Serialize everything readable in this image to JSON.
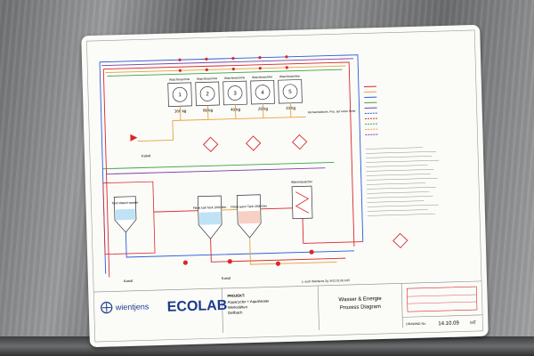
{
  "machines": [
    {
      "name": "Waschmaschine",
      "number": "1",
      "capacity": "160 kg"
    },
    {
      "name": "Waschmaschine",
      "number": "2",
      "capacity": "80 kg"
    },
    {
      "name": "Waschmaschine",
      "number": "3",
      "capacity": "40 kg"
    },
    {
      "name": "Waschmaschine",
      "number": "4",
      "capacity": "20 kg"
    },
    {
      "name": "Waschmaschine",
      "number": "5",
      "capacity": "10 kg"
    }
  ],
  "tanks": {
    "rinse_tank": "Tank Wasch wasser",
    "filtrat_cold": "Filtrat kalt Tank 1000 liter",
    "filtrat_warm": "Filtrat warm Tank 2000 liter",
    "heat_exchanger": "Wärmetauscher"
  },
  "misc_labels": {
    "drain": "Kanal",
    "note": "Ab Nachwäsche, Pos. auf reiner Seite",
    "footer_ref": "s. auch Wientjens Zg. W12.01.00.3.05"
  },
  "footer": {
    "brand_left": "wientjens",
    "brand_right": "ECOLAB",
    "project_heading": "PROJEKT:",
    "project_lines": [
      "Aquacycler + Aquaheater",
      "Werkstätten",
      "Geilbach"
    ],
    "title_line1": "Wasser & Energie",
    "title_line2": "Prozess Diagram",
    "drawing_label": "DRAWING No:",
    "date": "14.10.09",
    "initials": "HT"
  },
  "colors": {
    "brand_blue": "#1b3a8c",
    "pipe_blue": "#2a5bd7",
    "pipe_red": "#d8282a",
    "pipe_orange": "#e9a23b",
    "pipe_green": "#3aa44a",
    "pipe_purple": "#7a3fa8"
  }
}
